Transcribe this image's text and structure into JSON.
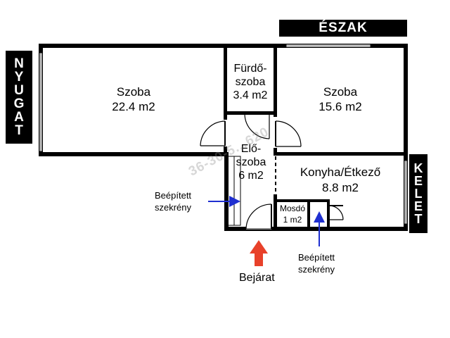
{
  "compass": {
    "north": "ÉSZAK",
    "west": [
      "N",
      "Y",
      "U",
      "G",
      "A",
      "T"
    ],
    "east": [
      "K",
      "E",
      "L",
      "E",
      "T"
    ]
  },
  "rooms": {
    "living_west": {
      "name": "Szoba",
      "area": "22.4 m2"
    },
    "bathroom": {
      "name_line1": "Fürdő-",
      "name_line2": "szoba",
      "area": "3.4 m2"
    },
    "living_east": {
      "name": "Szoba",
      "area": "15.6 m2"
    },
    "hall": {
      "name_line1": "Elő-",
      "name_line2": "szoba",
      "area": "6 m2"
    },
    "kitchen": {
      "name": "Konyha/Étkező",
      "area": "8.8 m2"
    },
    "washroom": {
      "name": "Mosdó",
      "area": "1 m2"
    }
  },
  "annotations": {
    "closet_left_line1": "Beépített",
    "closet_left_line2": "szekrény",
    "closet_right_line1": "Beépített",
    "closet_right_line2": "szekrény",
    "entrance": "Bejárat"
  },
  "watermark": "36-30-5...620",
  "colors": {
    "wall": "#000000",
    "window": "#ffffff",
    "closet_arrow": "#1f2fd0",
    "entrance_arrow": "#e8412a",
    "watermark": "#8c8c8c"
  }
}
